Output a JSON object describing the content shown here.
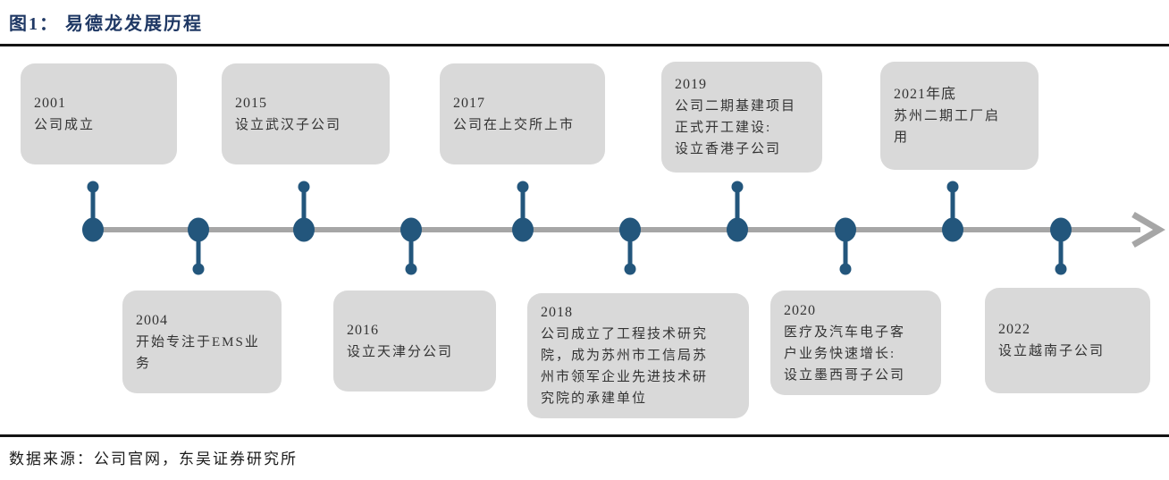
{
  "figure": {
    "title": "图1： 易德龙发展历程"
  },
  "timeline": {
    "milestones": [
      {
        "year": "2001",
        "desc": "公司成立",
        "side": "top"
      },
      {
        "year": "2004",
        "desc": "开始专注于EMS业\n务",
        "side": "bottom"
      },
      {
        "year": "2015",
        "desc": "设立武汉子公司",
        "side": "top"
      },
      {
        "year": "2016",
        "desc": "设立天津分公司",
        "side": "bottom"
      },
      {
        "year": "2017",
        "desc": "公司在上交所上市",
        "side": "top"
      },
      {
        "year": "2018",
        "desc": "公司成立了工程技术研究\n院，成为苏州市工信局苏\n州市领军企业先进技术研\n究院的承建单位",
        "side": "bottom"
      },
      {
        "year": "2019",
        "desc": "公司二期基建项目\n正式开工建设:\n设立香港子公司",
        "side": "top"
      },
      {
        "year": "2020",
        "desc": "医疗及汽车电子客\n户业务快速增长:\n设立墨西哥子公司",
        "side": "bottom"
      },
      {
        "year": "2021年底",
        "desc": "苏州二期工厂启\n用",
        "side": "top"
      },
      {
        "year": "2022",
        "desc": "设立越南子公司",
        "side": "bottom"
      }
    ]
  },
  "footer": {
    "source": "数据来源：公司官网，东吴证券研究所"
  },
  "colors": {
    "node": "#23567C",
    "axis": "#A6A6A6",
    "box_background": "#D9D9D9",
    "title": "#1F3864",
    "rule": "#141414",
    "text": "#333333"
  }
}
